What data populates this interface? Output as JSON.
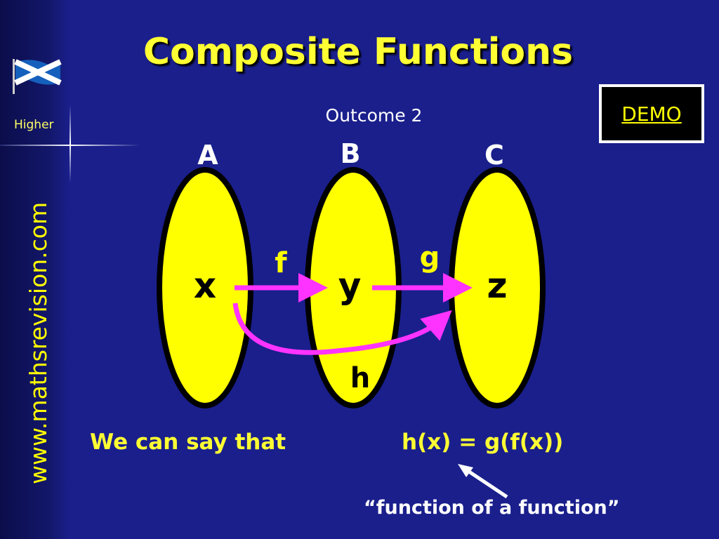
{
  "sidebar": {
    "level": "Higher",
    "website": "www.mathsrevision.com",
    "logo_icon": "saltire-flag-icon"
  },
  "header": {
    "title": "Composite Functions",
    "subtitle": "Outcome 2",
    "demo_label": "DEMO"
  },
  "diagram": {
    "sets": [
      {
        "set_label": "A",
        "element": "x"
      },
      {
        "set_label": "B",
        "element": "y"
      },
      {
        "set_label": "C",
        "element": "z"
      }
    ],
    "arrows": [
      {
        "label": "f",
        "from": "x",
        "to": "y"
      },
      {
        "label": "g",
        "from": "y",
        "to": "z"
      },
      {
        "label": "h",
        "from": "x",
        "to": "z"
      }
    ]
  },
  "statement": {
    "text": "We can say that",
    "formula": "h(x) = g(f(x))",
    "annotation": "“function of  a function”"
  },
  "colors": {
    "background": "#1a1f8c",
    "title": "#ffff33",
    "set_fill": "#ffff00",
    "arrow": "#ff33ff"
  }
}
